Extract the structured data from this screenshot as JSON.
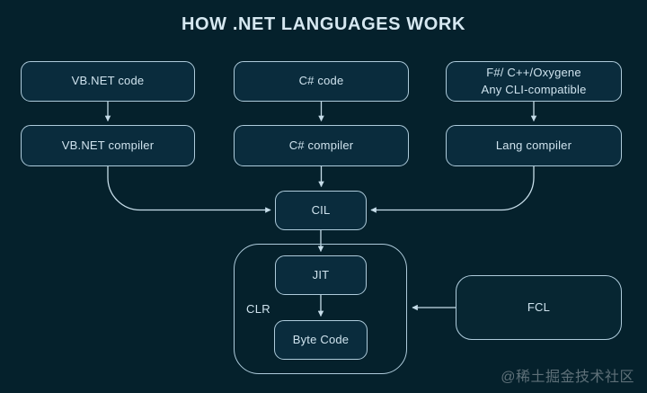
{
  "title": "HOW .NET LANGUAGES WORK",
  "nodes": {
    "vb_code": {
      "label": "VB.NET code"
    },
    "cs_code": {
      "label": "C# code"
    },
    "any_cli_code": {
      "label_line1": "F#/ C++/Oxygene",
      "label_line2": "Any CLI-compatible"
    },
    "vb_compiler": {
      "label": "VB.NET compiler"
    },
    "cs_compiler": {
      "label": "C# compiler"
    },
    "lang_compiler": {
      "label": "Lang compiler"
    },
    "cil": {
      "label": "CIL"
    },
    "clr": {
      "label": "CLR"
    },
    "jit": {
      "label": "JIT"
    },
    "byte_code": {
      "label": "Byte Code"
    },
    "fcl": {
      "label": "FCL"
    }
  },
  "watermark": "@稀土掘金技术社区",
  "colors": {
    "background": "#05212c",
    "box_fill": "#0a2c3d",
    "box_border": "#aecbdb",
    "line": "#c6dde9",
    "text": "#cfe3ee",
    "title_color": "#d6e8f1",
    "watermark_color": "#6e7e86"
  }
}
